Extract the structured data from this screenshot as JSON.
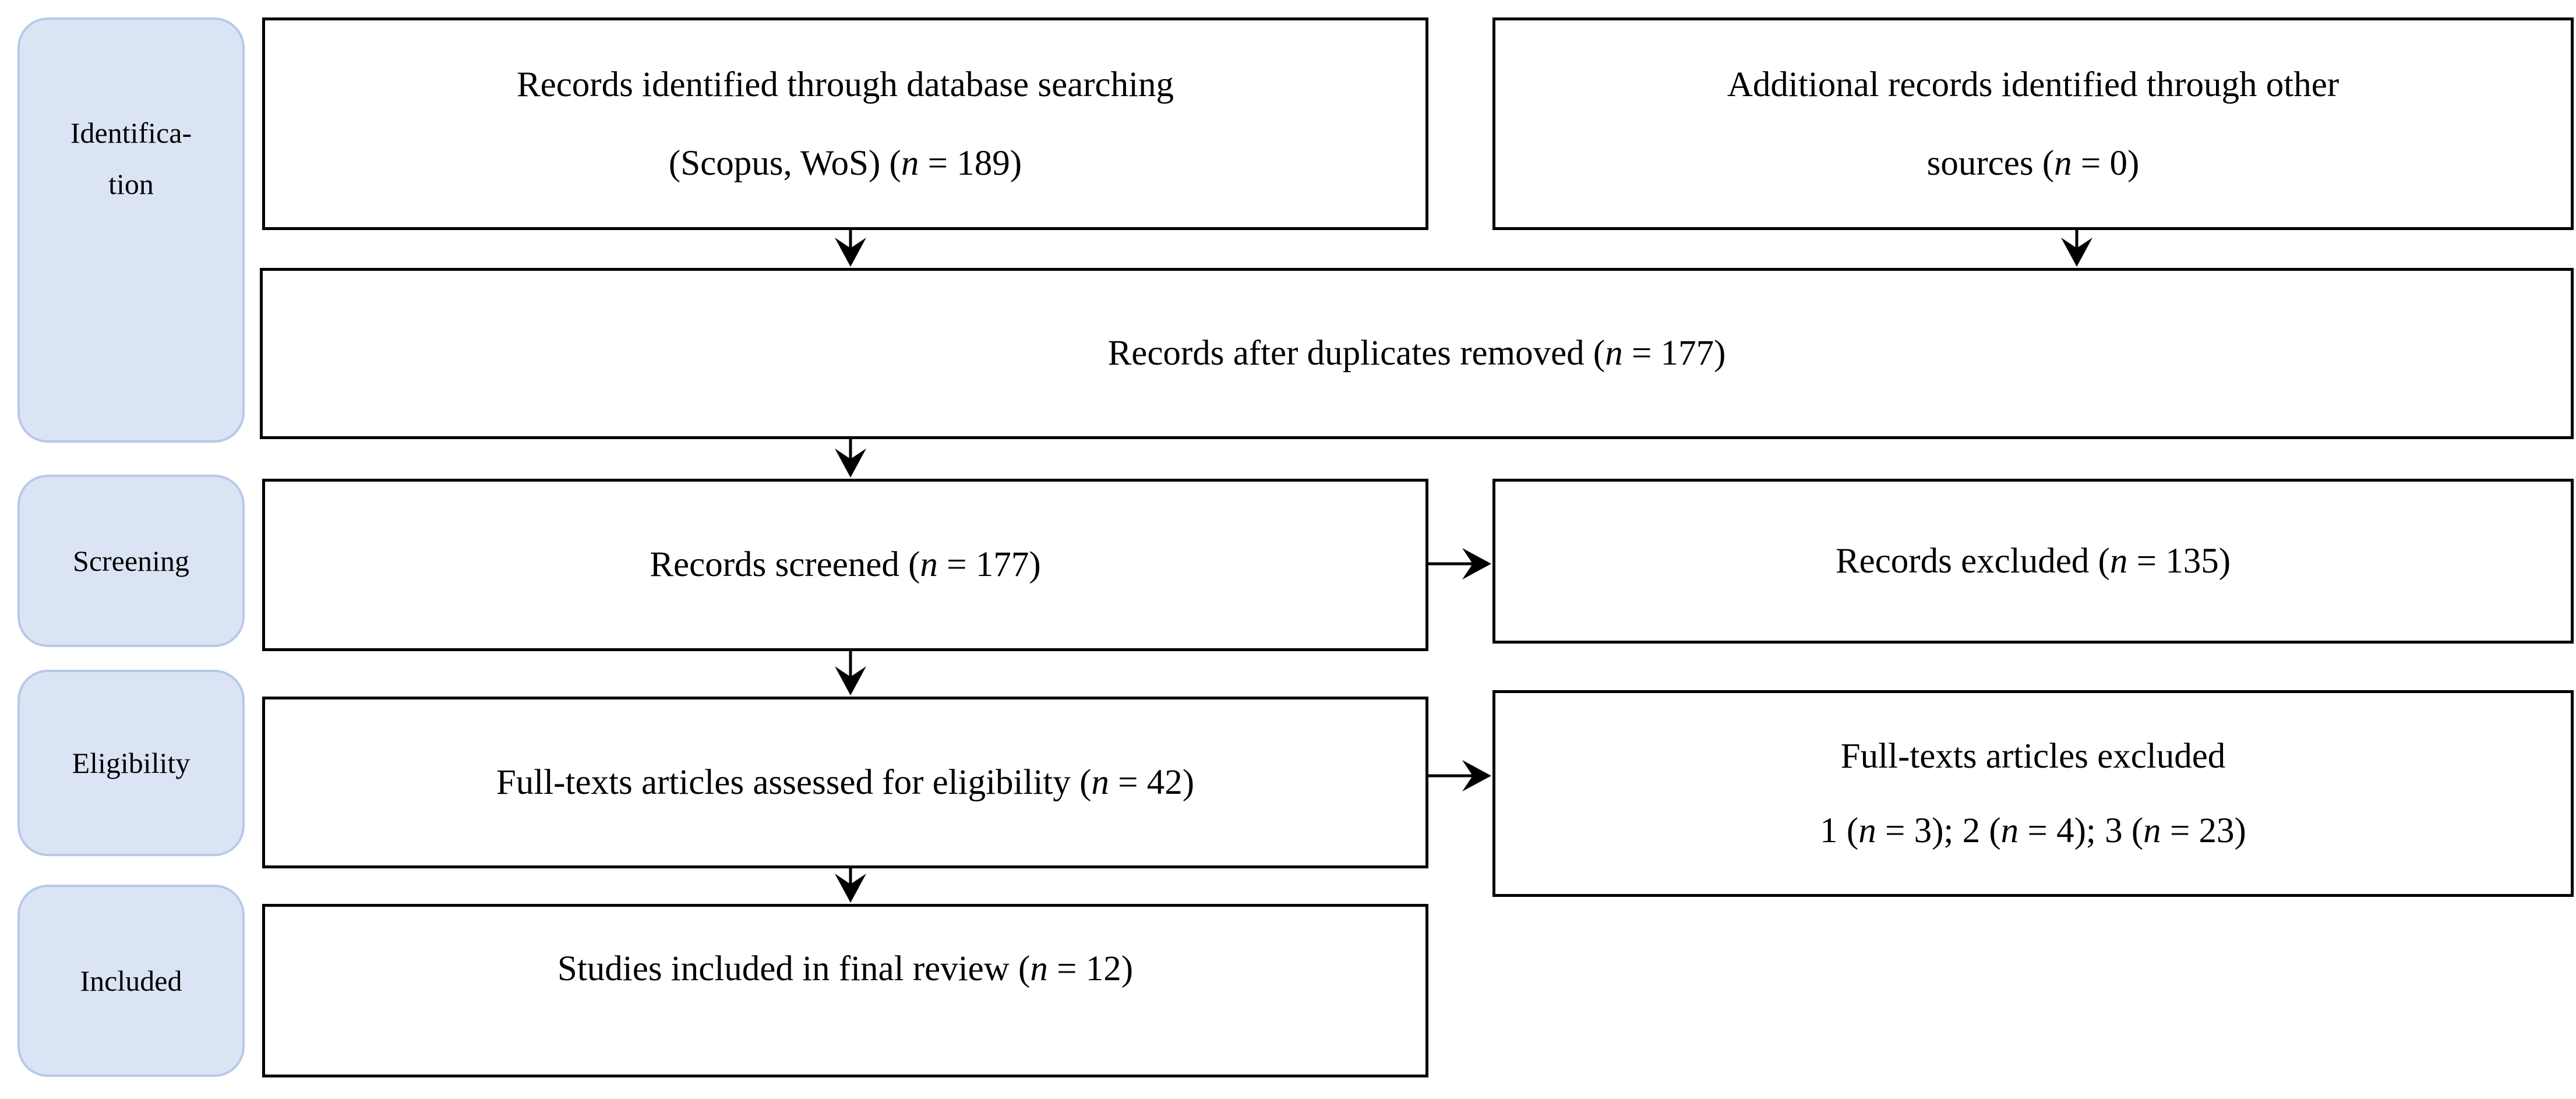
{
  "colors": {
    "background": "#ffffff",
    "sidebar_fill": "#dbe4f4",
    "sidebar_border": "#b7c9e8",
    "box_border": "#000000",
    "text": "#000000",
    "arrow": "#000000"
  },
  "sidebar": {
    "identification": {
      "line1": "Identifica-",
      "line2": "tion"
    },
    "screening": {
      "label": "Screening"
    },
    "eligibility": {
      "label": "Eligibility"
    },
    "included": {
      "label": "Included"
    }
  },
  "boxes": {
    "records_identified": {
      "line1": "Records identified through database searching",
      "line2_pre": "(Scopus, WoS) (",
      "n": "n",
      "line2_post": " = 189)"
    },
    "additional_records": {
      "line1": "Additional records identified through other",
      "line2_pre": "sources (",
      "n": "n",
      "line2_post": " = 0)"
    },
    "duplicates_removed": {
      "pre": "Records after duplicates removed (",
      "n": "n",
      "post": " = 177)"
    },
    "records_screened": {
      "pre": "Records screened (",
      "n": "n",
      "post": " = 177)"
    },
    "records_excluded": {
      "pre": "Records excluded (",
      "n": "n",
      "post": " = 135)"
    },
    "fulltext_assessed": {
      "pre": "Full-texts articles assessed for eligibility (",
      "n": "n",
      "post": " = 42)"
    },
    "fulltext_excluded": {
      "line1": "Full-texts articles excluded",
      "seg1": "1 (",
      "n1": "n",
      "seg2": " = 3); 2 (",
      "n2": "n",
      "seg3": " = 4); 3 (",
      "n3": "n",
      "seg4": " = 23)"
    },
    "studies_included": {
      "pre": "Studies included in final review (",
      "n": "n",
      "post": " = 12)"
    }
  }
}
